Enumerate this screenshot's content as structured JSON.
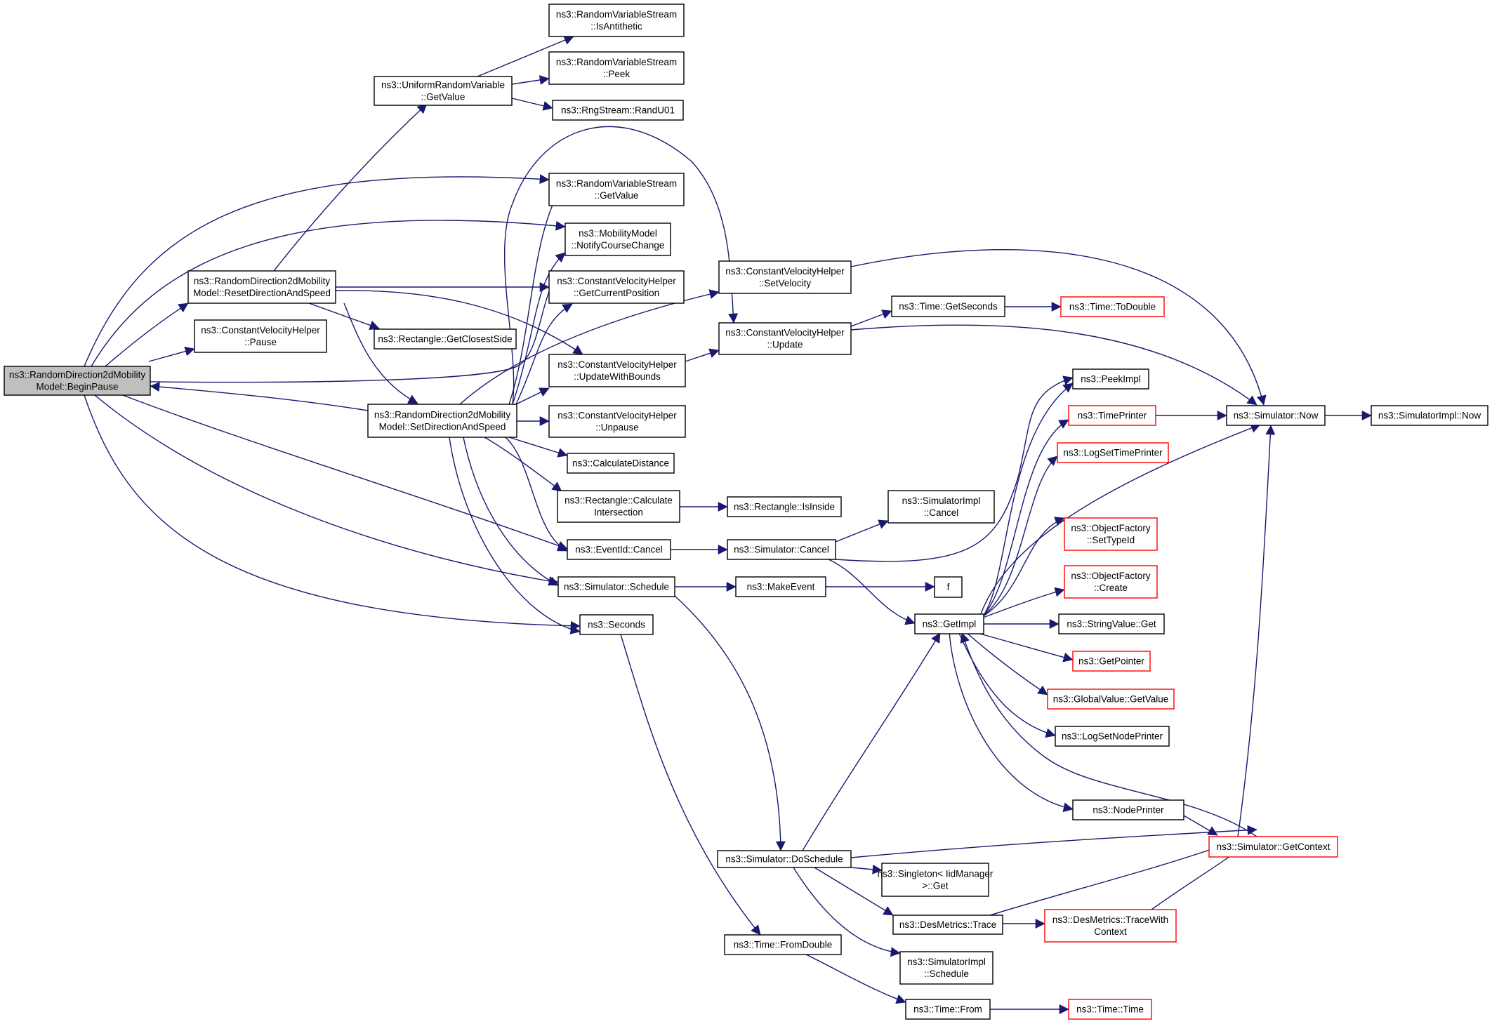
{
  "nodes": {
    "beginpause": [
      "ns3::RandomDirection2dMobility",
      "Model::BeginPause"
    ],
    "uniform_getvalue": [
      "ns3::UniformRandomVariable",
      "::GetValue"
    ],
    "resetdir": [
      "ns3::RandomDirection2dMobility",
      "Model::ResetDirectionAndSpeed"
    ],
    "cvh_pause": [
      "ns3::ConstantVelocityHelper",
      "::Pause"
    ],
    "setdir": [
      "ns3::RandomDirection2dMobility",
      "Model::SetDirectionAndSpeed"
    ],
    "rvs_isantithetic": [
      "ns3::RandomVariableStream",
      "::IsAntithetic"
    ],
    "rvs_peek": [
      "ns3::RandomVariableStream",
      "::Peek"
    ],
    "randu01": [
      "ns3::RngStream::RandU01"
    ],
    "rvs_getvalue": [
      "ns3::RandomVariableStream",
      "::GetValue"
    ],
    "notifycourse": [
      "ns3::MobilityModel",
      "::NotifyCourseChange"
    ],
    "getcurrentpos": [
      "ns3::ConstantVelocityHelper",
      "::GetCurrentPosition"
    ],
    "getclosestside": [
      "ns3::Rectangle::GetClosestSide"
    ],
    "updatewithbounds": [
      "ns3::ConstantVelocityHelper",
      "::UpdateWithBounds"
    ],
    "unpause": [
      "ns3::ConstantVelocityHelper",
      "::Unpause"
    ],
    "calcdistance": [
      "ns3::CalculateDistance"
    ],
    "calcintersection": [
      "ns3::Rectangle::Calculate",
      "Intersection"
    ],
    "eventid_cancel": [
      "ns3::EventId::Cancel"
    ],
    "sim_schedule": [
      "ns3::Simulator::Schedule"
    ],
    "seconds": [
      "ns3::Seconds"
    ],
    "setvelocity": [
      "ns3::ConstantVelocityHelper",
      "::SetVelocity"
    ],
    "cvh_update": [
      "ns3::ConstantVelocityHelper",
      "::Update"
    ],
    "getseconds": [
      "ns3::Time::GetSeconds"
    ],
    "todouble": [
      "ns3::Time::ToDouble"
    ],
    "isinside": [
      "ns3::Rectangle::IsInside"
    ],
    "simimpl_cancel": [
      "ns3::SimulatorImpl",
      "::Cancel"
    ],
    "sim_cancel": [
      "ns3::Simulator::Cancel"
    ],
    "makeevent": [
      "ns3::MakeEvent"
    ],
    "f": [
      "f"
    ],
    "getimpl": [
      "ns3::GetImpl"
    ],
    "peekimpl": [
      "ns3::PeekImpl"
    ],
    "timeprinter": [
      "ns3::TimePrinter"
    ],
    "logsettimeprinter": [
      "ns3::LogSetTimePrinter"
    ],
    "of_settypeid": [
      "ns3::ObjectFactory",
      "::SetTypeId"
    ],
    "of_create": [
      "ns3::ObjectFactory",
      "::Create"
    ],
    "stringvalue_get": [
      "ns3::StringValue::Get"
    ],
    "getpointer": [
      "ns3::GetPointer"
    ],
    "globalvalue_getvalue": [
      "ns3::GlobalValue::GetValue"
    ],
    "logsetnodeprinter": [
      "ns3::LogSetNodePrinter"
    ],
    "nodeprinter": [
      "ns3::NodePrinter"
    ],
    "sim_now": [
      "ns3::Simulator::Now"
    ],
    "simimpl_now": [
      "ns3::SimulatorImpl::Now"
    ],
    "sim_getcontext": [
      "ns3::Simulator::GetContext"
    ],
    "doschedule": [
      "ns3::Simulator::DoSchedule"
    ],
    "singleton_get": [
      "ns3::Singleton< IidManager",
      ">::Get"
    ],
    "desmetrics_trace": [
      "ns3::DesMetrics::Trace"
    ],
    "tracewithcontext": [
      "ns3::DesMetrics::TraceWith",
      "Context"
    ],
    "simimpl_schedule": [
      "ns3::SimulatorImpl",
      "::Schedule"
    ],
    "fromdouble": [
      "ns3::Time::FromDouble"
    ],
    "time_from": [
      "ns3::Time::From"
    ],
    "time_time": [
      "ns3::Time::Time"
    ]
  },
  "colors": {
    "edge": "#191970",
    "node_border": "#000000",
    "incomplete_node_border": "#ff0000",
    "root_fill": "#bfbfbf"
  }
}
